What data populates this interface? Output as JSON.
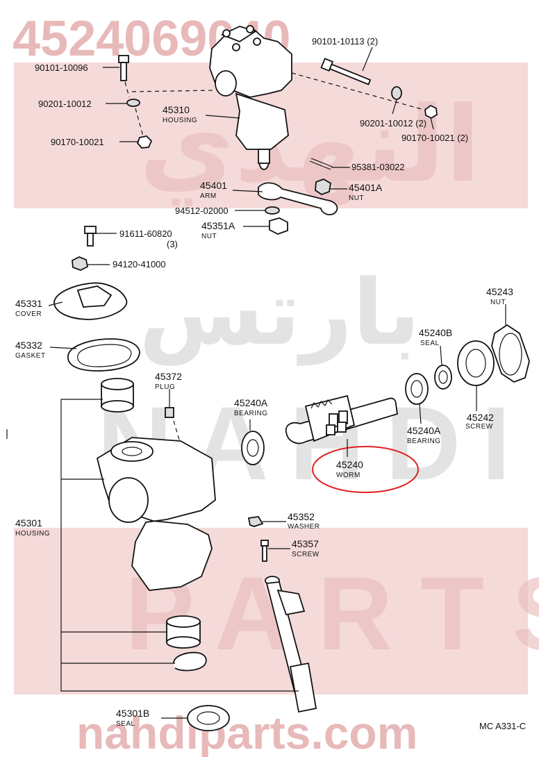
{
  "watermark": {
    "part_number": "4524069040",
    "arabic_top": "النهدي",
    "arabic_mid": "بارتس",
    "latin_mid": "NAHDI",
    "latin_parts": "PARTS",
    "site": "nahdiparts.com",
    "color": "#e8b9b9"
  },
  "diagram_code": "MC A331-C",
  "highlight": {
    "part": "45240",
    "color": "#e02020"
  },
  "callouts": {
    "c90101_10096": "90101-10096",
    "c90201_10012": "90201-10012",
    "c90170_10021": "90170-10021",
    "c45310": "45310",
    "c45310_sub": "HOUSING",
    "c90101_10113": "90101-10113 (2)",
    "c90201_10012_2": "90201-10012 (2)",
    "c90170_10021_2": "90170-10021 (2)",
    "c95381": "95381-03022",
    "c45401": "45401",
    "c45401_sub": "ARM",
    "c45401A": "45401A",
    "c45401A_sub": "NUT",
    "c94512": "94512-02000",
    "c45351A": "45351A",
    "c45351A_sub": "NUT",
    "c91611": "91611-60820",
    "c91611_qty": "(3)",
    "c94120": "94120-41000",
    "c45331": "45331",
    "c45331_sub": "COVER",
    "c45332": "45332",
    "c45332_sub": "GASKET",
    "c45243": "45243",
    "c45243_sub": "NUT",
    "c45240B": "45240B",
    "c45240B_sub": "SEAL",
    "c45372": "45372",
    "c45372_sub": "PLUG",
    "c45240A_l": "45240A",
    "c45240A_l_sub": "BEARING",
    "c45242": "45242",
    "c45242_sub": "SCREW",
    "c45240A_r": "45240A",
    "c45240A_r_sub": "BEARING",
    "c45240": "45240",
    "c45240_sub": "WORM",
    "c45301": "45301",
    "c45301_sub": "HOUSING",
    "c45352": "45352",
    "c45352_sub": "WASHER",
    "c45357": "45357",
    "c45357_sub": "SCREW",
    "c45301B": "45301B",
    "c45301B_sub": "SEAL"
  }
}
